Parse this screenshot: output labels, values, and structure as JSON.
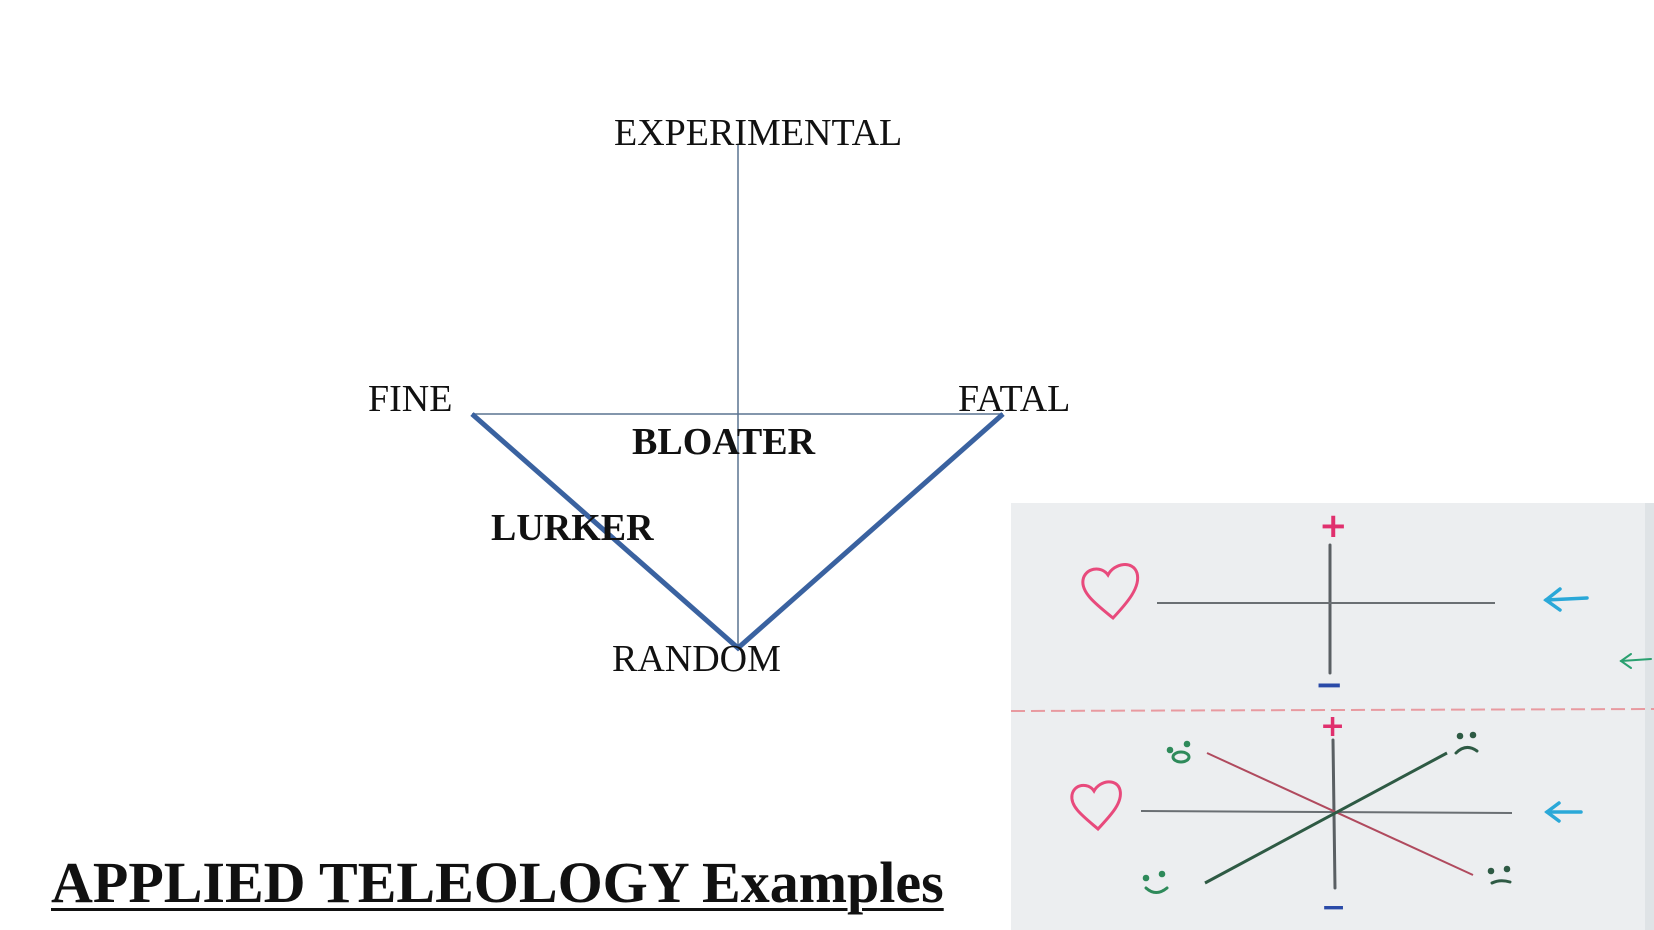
{
  "diagram": {
    "axis_labels": {
      "top": "EXPERIMENTAL",
      "left": "FINE",
      "right": "FATAL",
      "bottom": "RANDOM"
    },
    "zone_labels": {
      "upper": "BLOATER",
      "lower": "LURKER"
    },
    "colors": {
      "axis_line": "#5a7390",
      "v_stroke": "#3a62a0",
      "text": "#111111"
    }
  },
  "title": "APPLIED TELEOLOGY Examples",
  "sketch_photo": {
    "plus_sign": "+",
    "minus_sign": "−",
    "colors": {
      "paper": "#eceef0",
      "heart": "#e84a7c",
      "arrow": "#2aa8d8",
      "plus": "#e0306e",
      "minus": "#2a4aa8",
      "axis": "#5a5f63",
      "red_diagonal": "#b04a5e",
      "green_diagonal": "#2e5a44",
      "face": "#2e8a5a",
      "dashed_divider": "#e89aa0"
    }
  }
}
